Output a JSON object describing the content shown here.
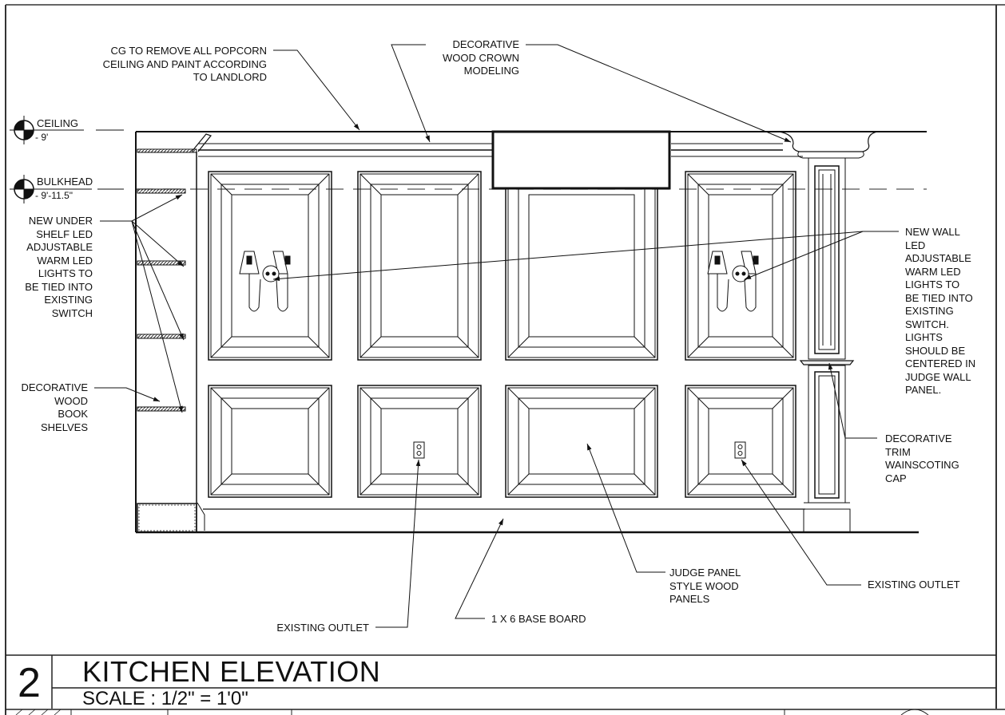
{
  "drawing": {
    "number": "2",
    "title": "KITCHEN ELEVATION",
    "scale": "SCALE : 1/2\" = 1'0\""
  },
  "levels": [
    {
      "name": "CEILING",
      "value": "- 9'"
    },
    {
      "name": "BULKHEAD",
      "value": "- 9'-11.5\""
    }
  ],
  "notes": {
    "popcorn_ceiling": "CG TO REMOVE ALL POPCORN\nCEILING AND PAINT ACCORDING\nTO LANDLORD",
    "crown_molding": "DECORATIVE\nWOOD CROWN\nMODELING",
    "under_shelf_led": "NEW UNDER\nSHELF LED\nADJUSTABLE\nWARM LED\nLIGHTS  TO\nBE TIED INTO\nEXISTING\nSWITCH",
    "book_shelves": "DECORATIVE\nWOOD\nBOOK\nSHELVES",
    "wall_led": "NEW WALL\nLED\nADJUSTABLE\nWARM LED\nLIGHTS  TO\nBE TIED INTO\nEXISTING\nSWITCH.\nLIGHTS\nSHOULD BE\nCENTERED IN\nJUDGE WALL\nPANEL.",
    "wainscoting_cap": "DECORATIVE\nTRIM\nWAINSCOTING\nCAP",
    "existing_outlet_right": "EXISTING OUTLET",
    "judge_panel": "JUDGE PANEL\nSTYLE WOOD\nPANELS",
    "base_board": "1 X 6 BASE BOARD",
    "existing_outlet_left": "EXISTING OUTLET"
  },
  "colors": {
    "line": "#111111",
    "dashed": "#555555",
    "border": "#333333"
  }
}
